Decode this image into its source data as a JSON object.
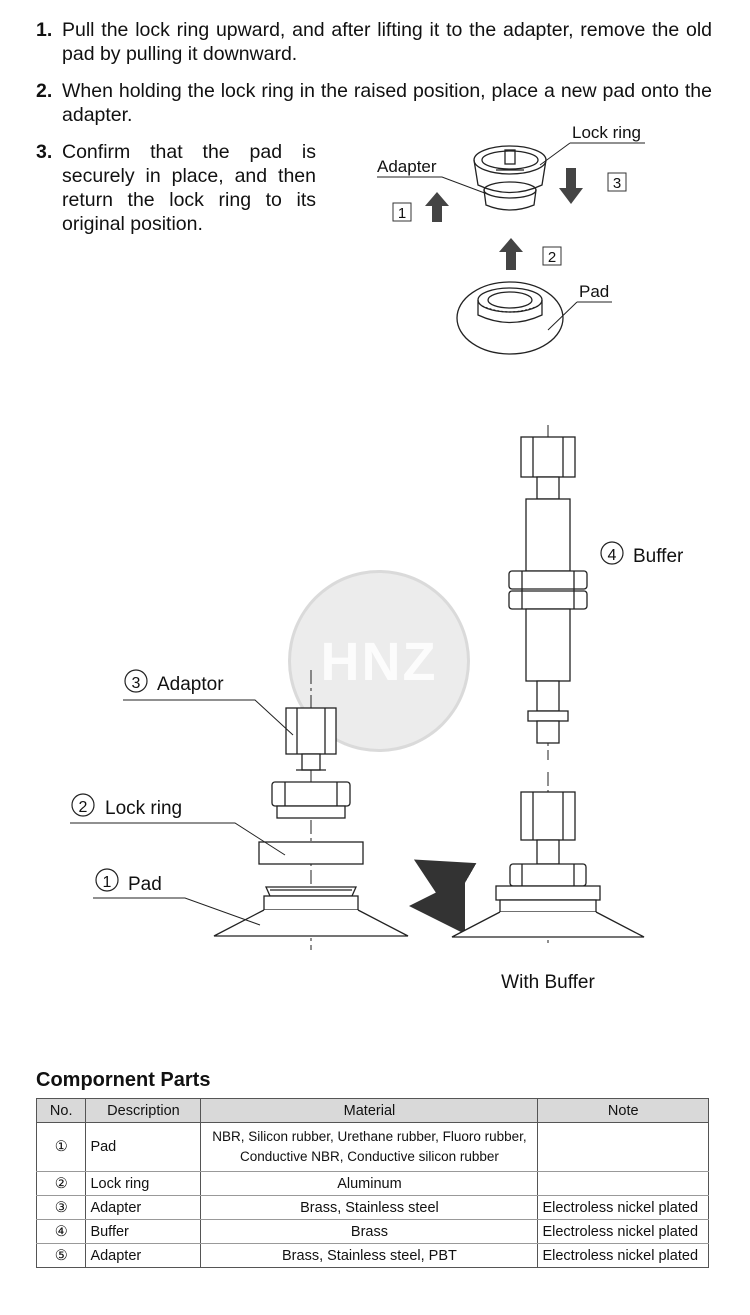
{
  "steps": [
    {
      "num": "1.",
      "text": "Pull the lock ring upward, and after lifting it to the adapter, remove the old pad by pulling it downward."
    },
    {
      "num": "2.",
      "text": "When holding the lock ring in the raised position, place a new pad onto the adapter."
    },
    {
      "num": "3.",
      "text": "Confirm that the pad is securely in place, and then return the lock ring to its original position."
    }
  ],
  "top_diagram": {
    "lock_ring": "Lock ring",
    "adapter": "Adapter",
    "pad": "Pad",
    "box1": "1",
    "box2": "2",
    "box3": "3"
  },
  "exploded": {
    "adaptor": "Adaptor",
    "adaptor_no": "3",
    "lock_ring": "Lock ring",
    "lock_ring_no": "2",
    "pad": "Pad",
    "pad_no": "1",
    "buffer": "Buffer",
    "buffer_no": "4",
    "with_buffer": "With Buffer"
  },
  "watermark": "HNZ",
  "parts_title": "Compornent Parts",
  "table": {
    "headers": [
      "No.",
      "Description",
      "Material",
      "Note"
    ],
    "rows": [
      {
        "no": "①",
        "desc": "Pad",
        "mat1": "NBR, Silicon rubber, Urethane rubber, Fluoro rubber,",
        "mat2": "Conductive NBR, Conductive silicon rubber",
        "note": ""
      },
      {
        "no": "②",
        "desc": "Lock ring",
        "mat": "Aluminum",
        "note": ""
      },
      {
        "no": "③",
        "desc": "Adapter",
        "mat": "Brass, Stainless steel",
        "note": "Electroless nickel plated"
      },
      {
        "no": "④",
        "desc": "Buffer",
        "mat": "Brass",
        "note": "Electroless nickel plated"
      },
      {
        "no": "⑤",
        "desc": "Adapter",
        "mat": "Brass, Stainless steel, PBT",
        "note": "Electroless nickel plated"
      }
    ]
  }
}
